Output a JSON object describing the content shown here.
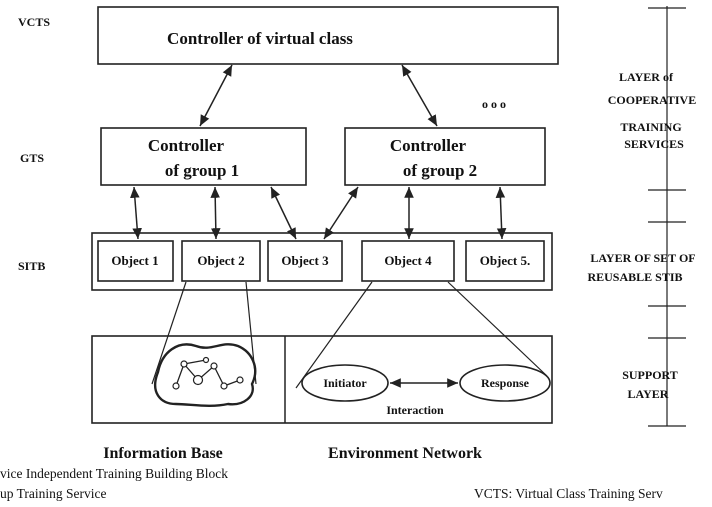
{
  "levels": {
    "vcts": "VCTS",
    "gts": "GTS",
    "sitb": "SITB"
  },
  "virtual_controller": "Controller of virtual class",
  "group_controllers": [
    {
      "line1": "Controller",
      "line2": "of group 1"
    },
    {
      "line1": "Controller",
      "line2": "of group 2"
    }
  ],
  "ellipsis": "o o o",
  "objects": [
    "Object  1",
    "Object  2",
    "Object 3",
    "Object 4",
    "Object  5."
  ],
  "support": {
    "initiator": "Initiator",
    "response": "Response",
    "interaction": "Interaction",
    "information_base": "Information Base",
    "environment_network": "Environment Network"
  },
  "layers": {
    "cooperative": [
      "LAYER of",
      "COOPERATIVE",
      "TRAINING",
      "SERVICES"
    ],
    "reusable": [
      "LAYER OF SET OF",
      "REUSABLE STIB"
    ],
    "support": [
      "SUPPORT",
      "LAYER"
    ]
  },
  "footnotes": {
    "sitb": "vice Independent Training Building Block",
    "gts": "up Training Service",
    "vcts": "VCTS: Virtual Class Training Serv"
  }
}
